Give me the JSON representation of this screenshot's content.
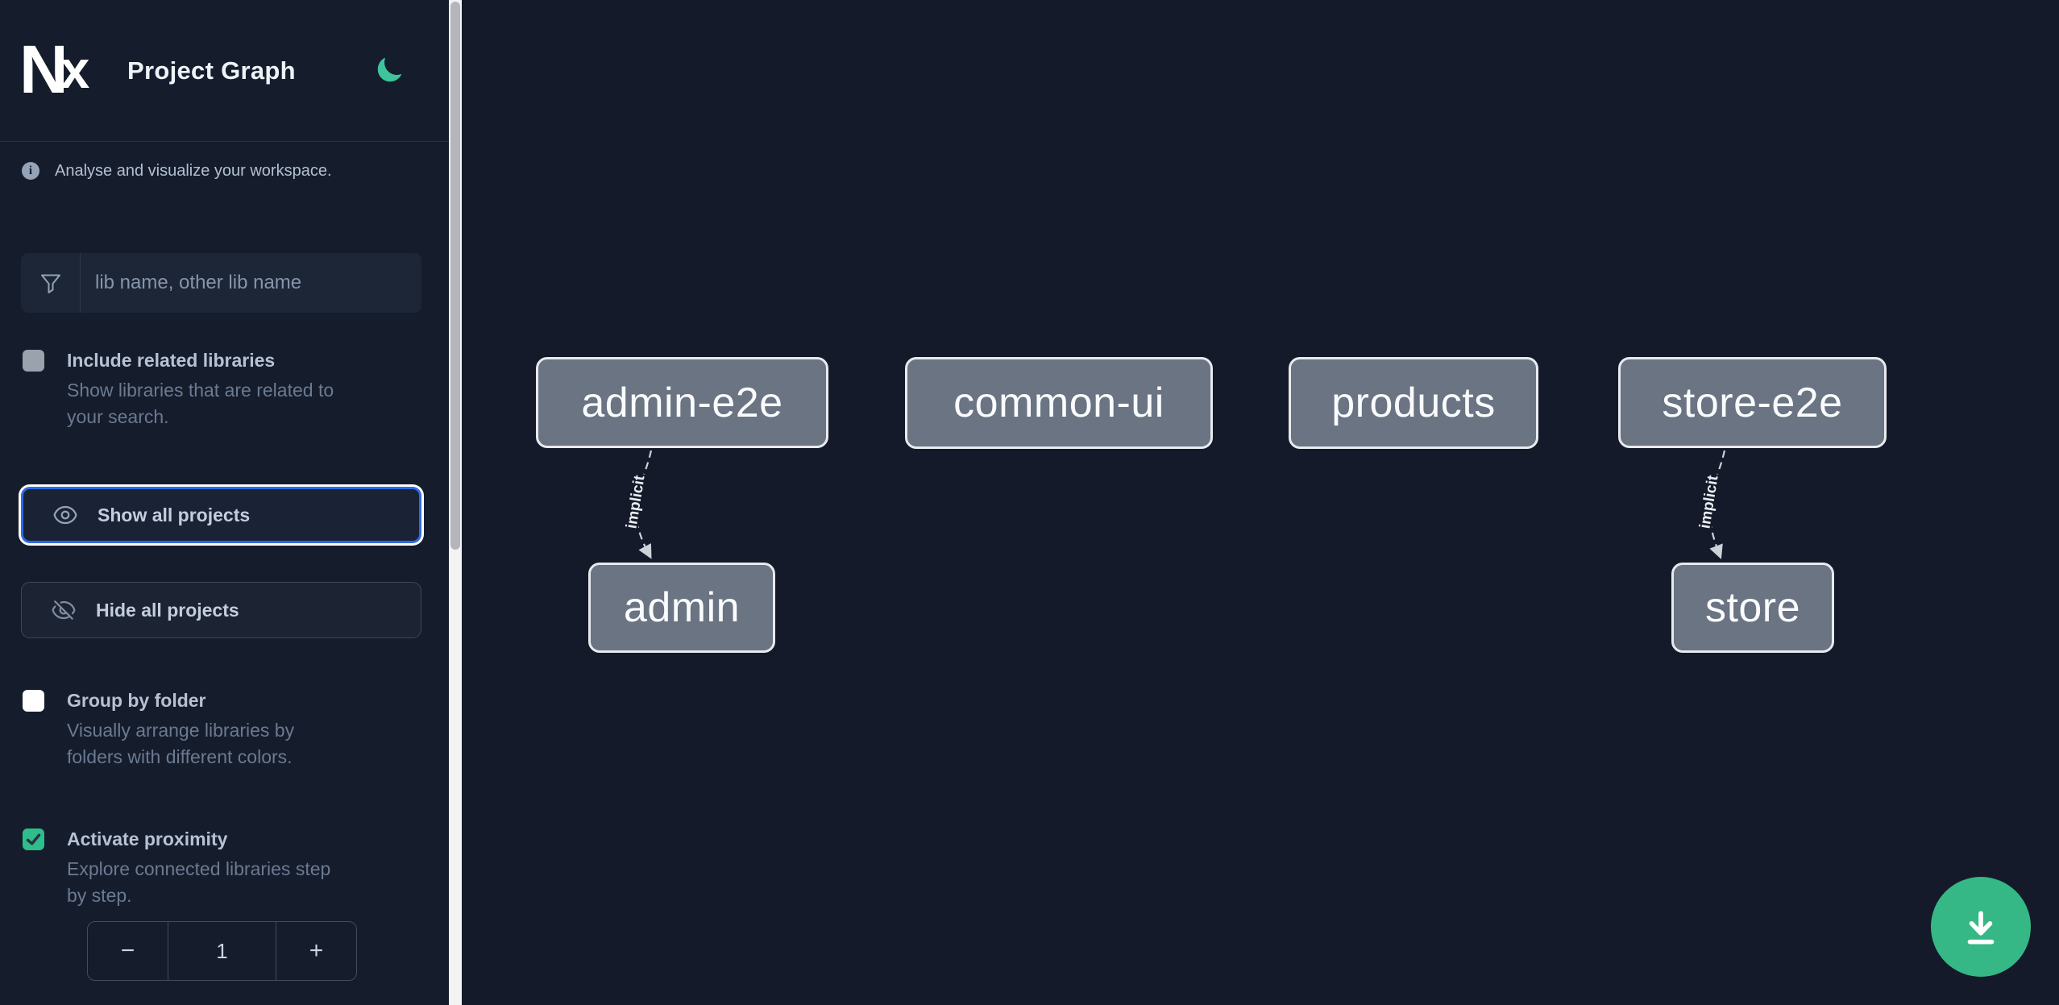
{
  "colors": {
    "sidebar_bg": "#151c2c",
    "canvas_bg": "#141a29",
    "accent_green": "#35b885",
    "moon_green": "#3fc39a",
    "checkbox_checked_green": "#2ebe8c",
    "focus_blue": "#2e6be5",
    "node_fill": "#6a7482",
    "node_border": "#e8eaee",
    "edge_color": "#cdd2d9"
  },
  "header": {
    "logo_text": "Nx",
    "title": "Project Graph"
  },
  "sidebar": {
    "info_icon_glyph": "i",
    "info_text": "Analyse and visualize your workspace.",
    "search": {
      "placeholder": "lib name, other lib name",
      "value": ""
    },
    "checkboxes": [
      {
        "label": "Include related libraries",
        "description": "Show libraries that are related to your search.",
        "checked": false
      },
      {
        "label": "Group by folder",
        "description": "Visually arrange libraries by folders with different colors.",
        "checked": false
      },
      {
        "label": "Activate proximity",
        "description": "Explore connected libraries step by step.",
        "checked": true
      }
    ],
    "buttons": [
      {
        "label": "Show all projects",
        "focused": true
      },
      {
        "label": "Hide all projects",
        "focused": false
      }
    ],
    "stepper": {
      "decrement": "−",
      "value": "1",
      "increment": "+"
    }
  },
  "graph": {
    "nodes": [
      {
        "label": "admin-e2e"
      },
      {
        "label": "common-ui"
      },
      {
        "label": "products"
      },
      {
        "label": "store-e2e"
      },
      {
        "label": "admin"
      },
      {
        "label": "store"
      }
    ],
    "edges": [
      {
        "from": "admin-e2e",
        "to": "admin",
        "label": "implicit"
      },
      {
        "from": "store-e2e",
        "to": "store",
        "label": "implicit"
      }
    ]
  },
  "fab": {
    "action": "download"
  }
}
